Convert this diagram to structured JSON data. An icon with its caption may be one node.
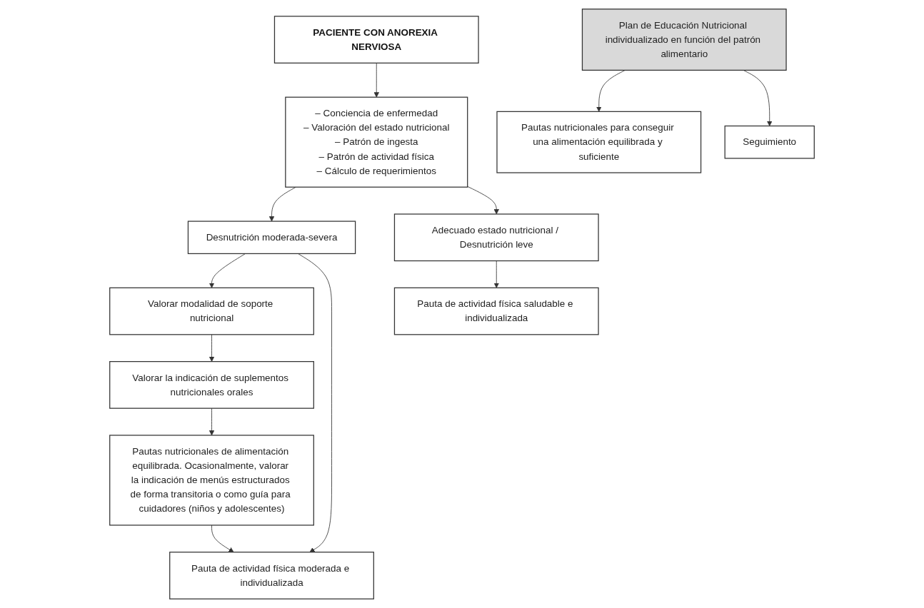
{
  "diagram": {
    "nodes": [
      {
        "text": [
          "PACIENTE CON ANOREXIA NERVIOSA"
        ]
      },
      {
        "text": [
          "– Conciencia de enfermedad",
          "– Valoración del estado nutricional",
          "– Patrón de ingesta",
          "– Patrón de actividad física",
          "– Cálculo de requerimientos"
        ]
      },
      {
        "text": [
          "Desnutrición moderada-severa"
        ]
      },
      {
        "text": [
          "Adecuado estado nutricional / Desnutrición leve"
        ]
      },
      {
        "text": [
          "Valorar modalidad de soporte nutricional"
        ]
      },
      {
        "text": [
          "Valorar la indicación de suplementos nutricionales orales"
        ]
      },
      {
        "text": [
          "Pautas nutricionales de alimentación equilibrada. Ocasionalmente, valorar la indicación de menús estructurados de forma transitoria o como guía para cuidadores (niños y adolescentes)"
        ]
      },
      {
        "text": [
          "Pauta de actividad física moderada e individualizada"
        ]
      },
      {
        "text": [
          "Plan de Educación Nutricional individualizado en función del patrón alimentario"
        ]
      },
      {
        "text": [
          "Pautas nutricionales para conseguir una alimentación equilibrada y suficiente"
        ]
      },
      {
        "text": [
          "Seguimiento"
        ]
      },
      {
        "text": [
          "Pauta de actividad física saludable e individualizada"
        ]
      }
    ],
    "edges": [
      {
        "from": 0,
        "to": 1,
        "arrow": "to"
      },
      {
        "from": 1,
        "to": 2,
        "arrow": "to"
      },
      {
        "from": 1,
        "to": 3,
        "arrow": "to"
      },
      {
        "from": 2,
        "to": 4,
        "arrow": "to"
      },
      {
        "from": 4,
        "to": 5,
        "arrow": "to"
      },
      {
        "from": 5,
        "to": 6,
        "arrow": "to"
      },
      {
        "from": 6,
        "to": 7,
        "arrow": "to"
      },
      {
        "from": 2,
        "to": 7,
        "arrow": "to"
      },
      {
        "from": 3,
        "to": 11,
        "arrow": "to"
      },
      {
        "from": 8,
        "to": 9,
        "arrow": "to"
      },
      {
        "from": 8,
        "to": 10,
        "arrow": "to"
      }
    ]
  }
}
